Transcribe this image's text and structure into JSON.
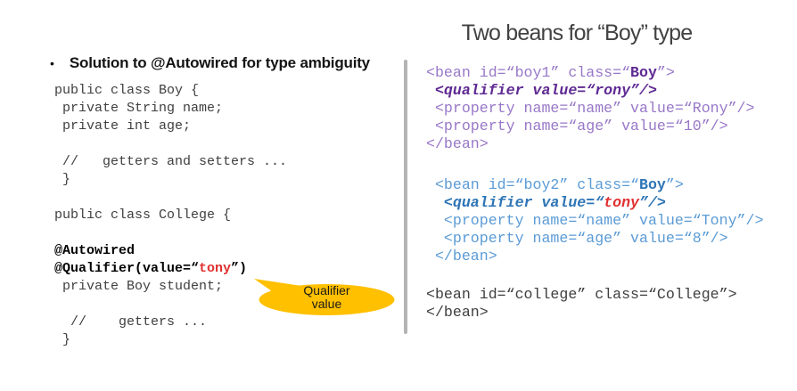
{
  "slide": {
    "left": {
      "heading": {
        "bullet": "•",
        "text": "Solution to @Autowired for type ambiguity"
      },
      "callout": {
        "line1": "Qualifier",
        "line2": "value"
      }
    },
    "right": {
      "title": "Two beans for “Boy” type"
    }
  },
  "colors": {
    "heading_black": "#141414",
    "code_gray": "#3f3f3f",
    "black": "#000000",
    "red": "#e03131",
    "purple": "#9878c8",
    "purple_dark": "#5f2a93",
    "blue": "#5b9bd5",
    "blue_dark": "#2e75b6",
    "callout_fill": "#ffc000",
    "divider": "#b4b4b4",
    "title_gray": "#424242"
  },
  "code": {
    "left_java": [
      [
        {
          "t": "public class Boy {",
          "c": "gy"
        }
      ],
      [
        {
          "t": " private String name;",
          "c": "gy"
        }
      ],
      [
        {
          "t": " private int age;",
          "c": "gy"
        }
      ],
      [],
      [
        {
          "t": " //   getters and setters ...",
          "c": "gy"
        }
      ],
      [
        {
          "t": " }",
          "c": "gy"
        }
      ],
      [],
      [
        {
          "t": "public class College {",
          "c": "gy"
        }
      ],
      [],
      [
        {
          "t": "@Autowired",
          "c": "bk-b"
        }
      ],
      [
        {
          "t": "@Qualifier(value=“",
          "c": "bk-b"
        },
        {
          "t": "tony",
          "c": "rd-b"
        },
        {
          "t": "”)",
          "c": "bk-b"
        }
      ],
      [
        {
          "t": " private Boy student;",
          "c": "gy"
        }
      ],
      [],
      [
        {
          "t": "  //    getters ...",
          "c": "gy"
        }
      ],
      [
        {
          "t": " }",
          "c": "gy"
        }
      ]
    ],
    "right_xml_bean1": [
      [
        {
          "t": "<bean id=“boy1” class=“",
          "c": "pu"
        },
        {
          "t": "Boy",
          "c": "pu-b"
        },
        {
          "t": "”>",
          "c": "pu"
        }
      ],
      [
        {
          "t": " <qualifier value=“rony”/>",
          "c": "pu-bi"
        }
      ],
      [
        {
          "t": " <property name=“name” value=“Rony”/>",
          "c": "pu"
        }
      ],
      [
        {
          "t": " <property name=“age” value=“10”/>",
          "c": "pu"
        }
      ],
      [
        {
          "t": "</bean>",
          "c": "pu"
        }
      ]
    ],
    "right_xml_bean2": [
      [
        {
          "t": " <bean id=“boy2” class=“",
          "c": "bl"
        },
        {
          "t": "Boy",
          "c": "bl-b"
        },
        {
          "t": "”>",
          "c": "bl"
        }
      ],
      [
        {
          "t": "  <qualifier value=“",
          "c": "bl-bi"
        },
        {
          "t": "tony",
          "c": "rd-bi"
        },
        {
          "t": "”/>",
          "c": "bl-bi"
        }
      ],
      [
        {
          "t": "  <property name=“name” value=“Tony”/>",
          "c": "bl"
        }
      ],
      [
        {
          "t": "  <property name=“age” value=“8”/>",
          "c": "bl"
        }
      ],
      [
        {
          "t": " </bean>",
          "c": "bl"
        }
      ]
    ],
    "right_xml_bean3": [
      [
        {
          "t": "<bean id=“college” class=“College”>",
          "c": "gy"
        }
      ],
      [
        {
          "t": "</bean>",
          "c": "gy"
        }
      ]
    ]
  }
}
